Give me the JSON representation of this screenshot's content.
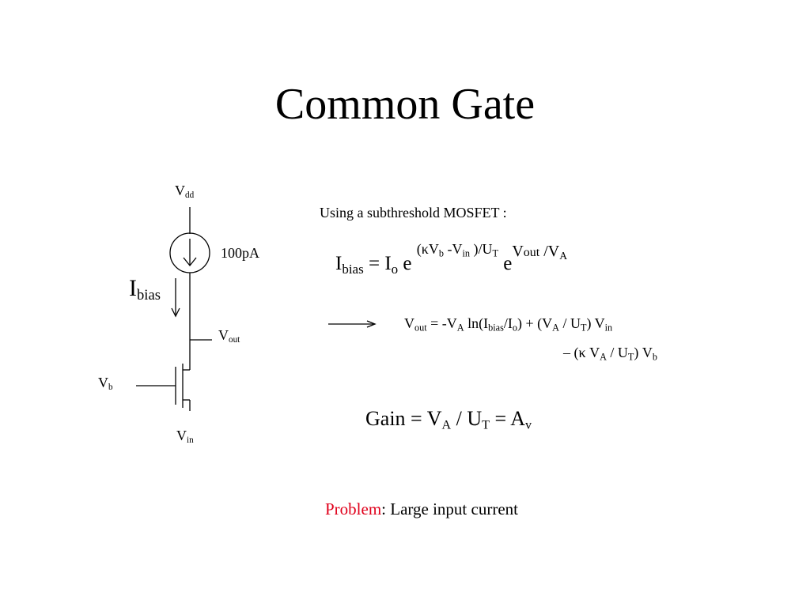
{
  "title": "Common Gate",
  "circuit": {
    "vdd_main": "V",
    "vdd_sub": "dd",
    "source_value": "100pA",
    "ibias_main": "I",
    "ibias_sub": "bias",
    "vout_main": "V",
    "vout_sub": "out",
    "vb_main": "V",
    "vb_sub": "b",
    "vin_main": "V",
    "vin_sub": "in"
  },
  "text": {
    "intro": "Using a subthreshold MOSFET :",
    "eq1": {
      "a": "I",
      "a_sub": "bias",
      "b": " = I",
      "b_sub": "o",
      "c": " e ",
      "exp1_a": "(κV",
      "exp1_a_sub": "b",
      "exp1_b": " -V",
      "exp1_b_sub": "in",
      "exp1_c": " )/U",
      "exp1_c_sub": "T",
      "d": " e",
      "exp2_a": "V",
      "exp2_a_sub": "out",
      "exp2_b": " /V",
      "exp2_b_sub": "A"
    },
    "eq2_line1": {
      "a": "V",
      "a_sub": "out",
      "b": " = -V",
      "b_sub": "A",
      "c": " ln(I",
      "c_sub": "bias",
      "d": "/I",
      "d_sub": "o",
      "e": ") + (V",
      "e_sub": "A",
      "f": " / U",
      "f_sub": "T",
      "g": ") V",
      "g_sub": "in"
    },
    "eq2_line2": {
      "a": "– (κ V",
      "a_sub": "A",
      "b": " / U",
      "b_sub": "T",
      "c": ") V",
      "c_sub": "b"
    },
    "gain": {
      "a": "Gain = V",
      "a_sub": "A",
      "b": " / U",
      "b_sub": "T",
      "c": " = A",
      "c_sub": "v"
    },
    "problem_label": "Problem",
    "problem_text": ": Large input current"
  },
  "colors": {
    "accent": "#e0001b",
    "ink": "#000000"
  }
}
